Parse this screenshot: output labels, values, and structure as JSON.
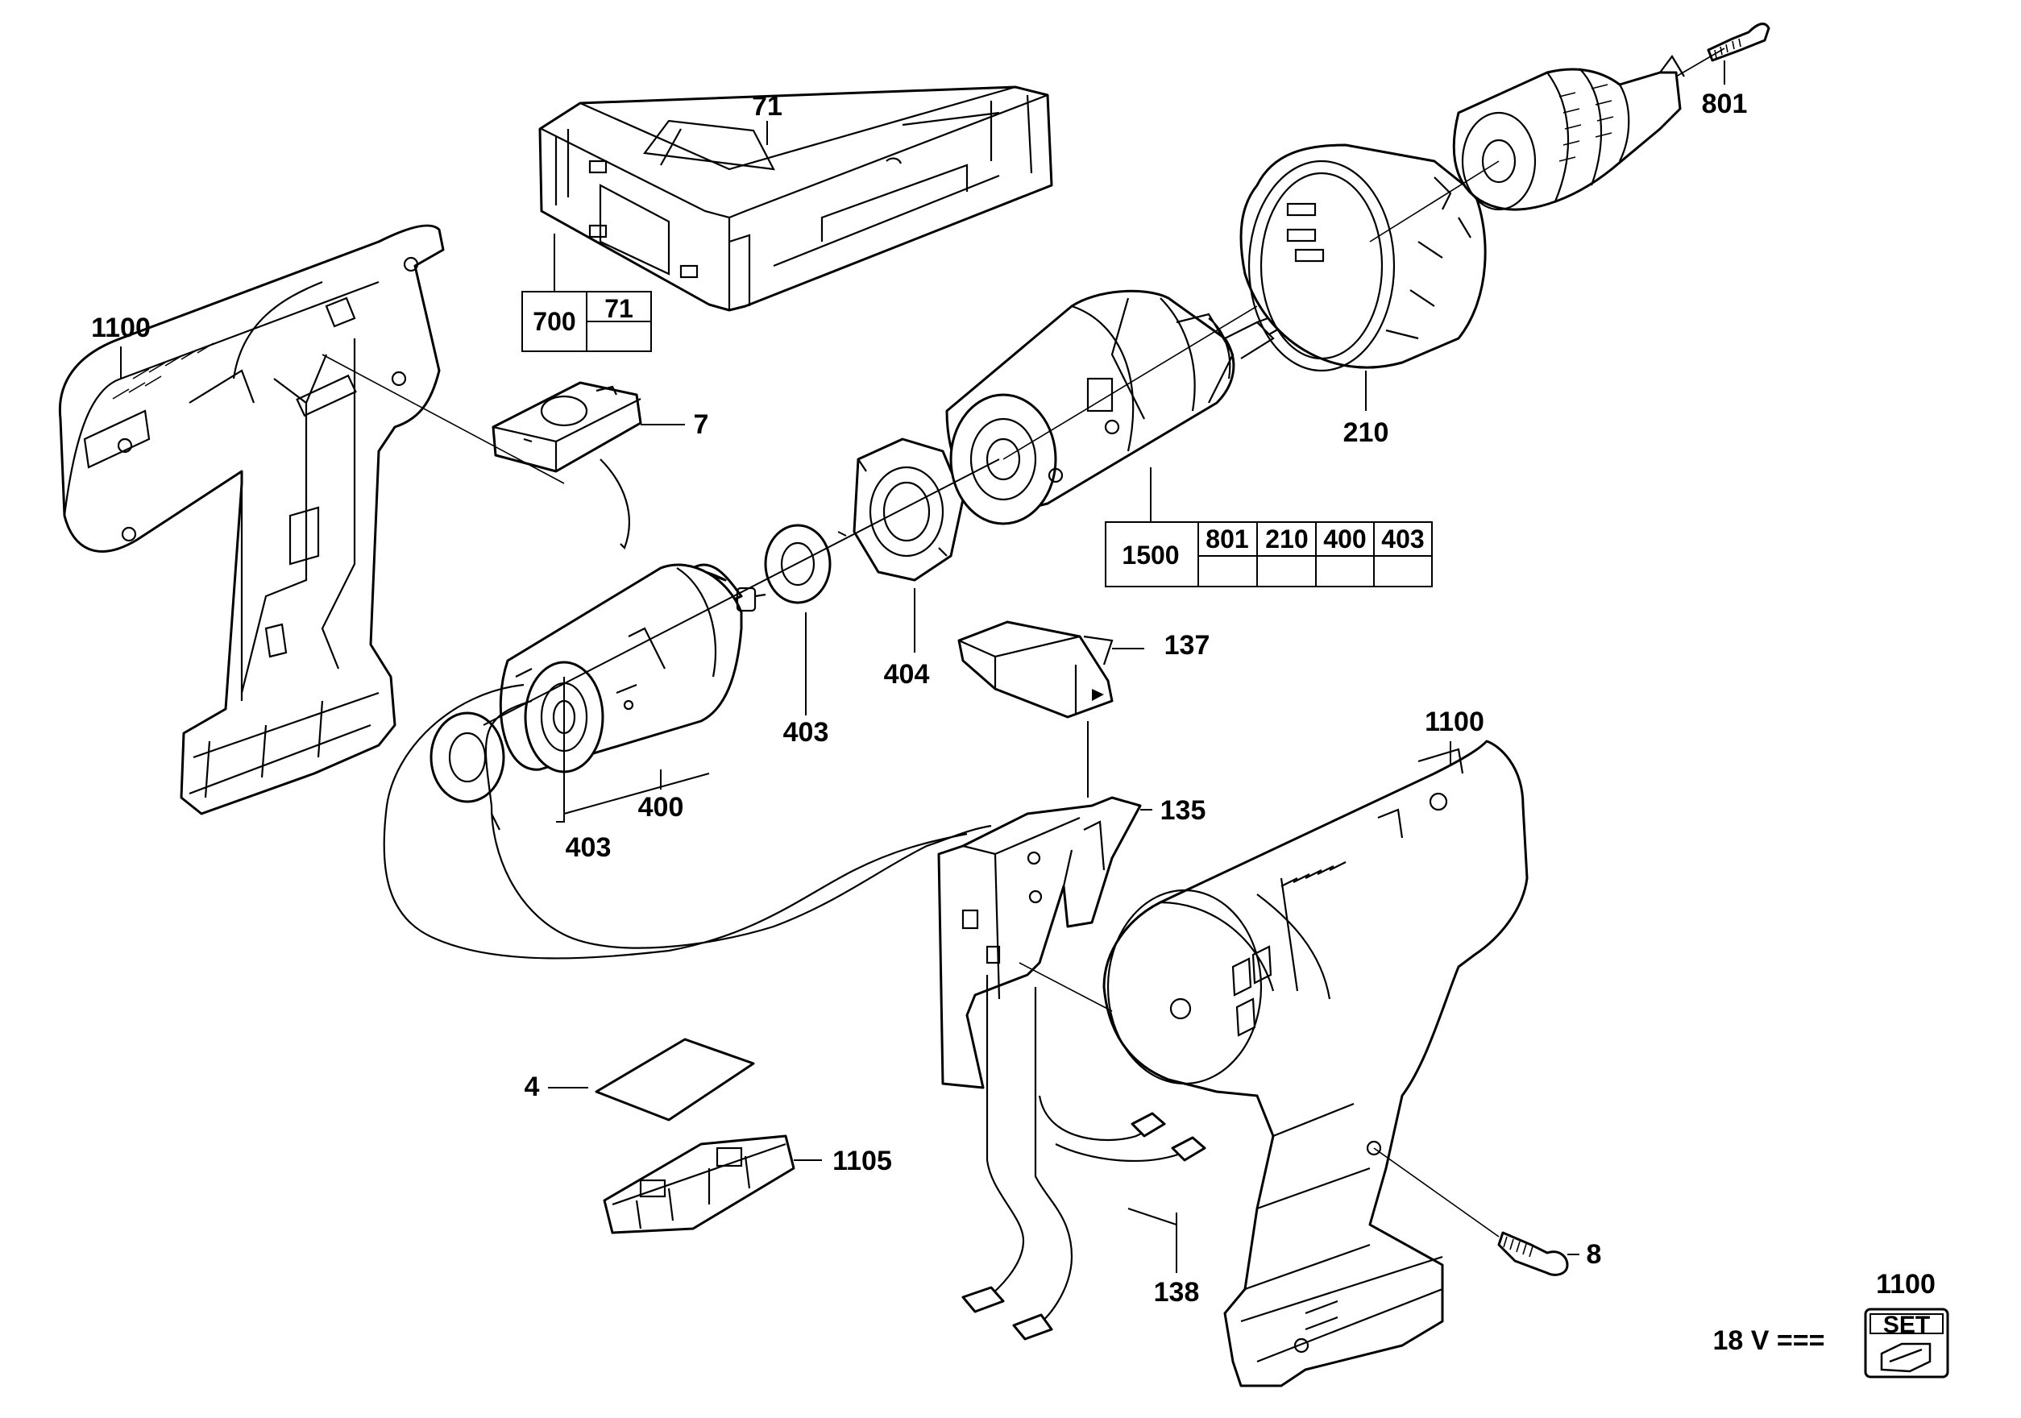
{
  "callouts": {
    "drill_bit_screw": "801",
    "case_part": "71",
    "housing_left": "1100",
    "switch_plate": "7",
    "chuck_sleeve": "210",
    "motor_group": "1500",
    "motor_bearing_ring": "403",
    "motor_flange": "404",
    "motor": "400",
    "motor_end_ring": "403",
    "direction_slider": "137",
    "housing_right": "1100",
    "trigger_switch": "135",
    "label_plate": "4",
    "battery_holder": "1105",
    "screw": "8",
    "cable_set": "138",
    "set_number": "1100"
  },
  "case_table": {
    "main": "700",
    "sub": [
      "71"
    ]
  },
  "motor_table": {
    "main": "1500",
    "sub": [
      "801",
      "210",
      "400",
      "403"
    ]
  },
  "voltage": {
    "label": "18 V ==="
  },
  "set_badge": {
    "text": "SET"
  }
}
